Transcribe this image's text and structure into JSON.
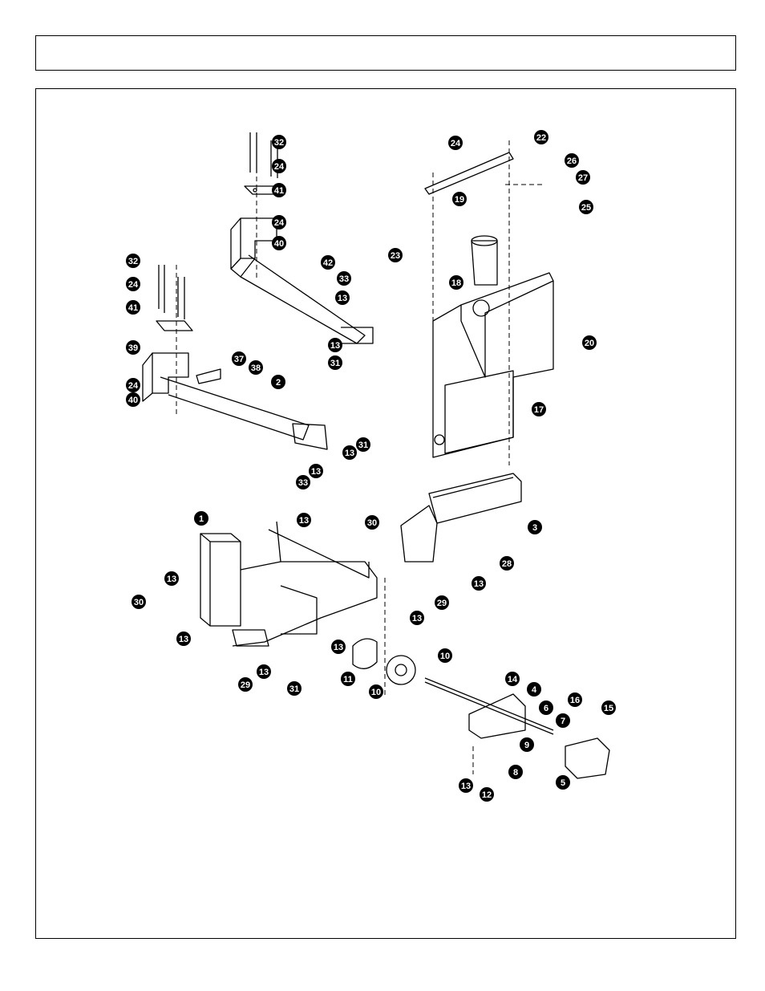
{
  "header": {
    "title": ""
  },
  "callouts": [
    {
      "id": "c1",
      "label": "1"
    },
    {
      "id": "c2",
      "label": "2"
    },
    {
      "id": "c3",
      "label": "3"
    },
    {
      "id": "c4",
      "label": "4"
    },
    {
      "id": "c5",
      "label": "5"
    },
    {
      "id": "c6",
      "label": "6"
    },
    {
      "id": "c7",
      "label": "7"
    },
    {
      "id": "c8",
      "label": "8"
    },
    {
      "id": "c9",
      "label": "9"
    },
    {
      "id": "c10a",
      "label": "10"
    },
    {
      "id": "c10b",
      "label": "10"
    },
    {
      "id": "c11",
      "label": "11"
    },
    {
      "id": "c12",
      "label": "12"
    },
    {
      "id": "c13a",
      "label": "13"
    },
    {
      "id": "c13b",
      "label": "13"
    },
    {
      "id": "c13c",
      "label": "13"
    },
    {
      "id": "c13d",
      "label": "13"
    },
    {
      "id": "c13e",
      "label": "13"
    },
    {
      "id": "c13f",
      "label": "13"
    },
    {
      "id": "c13g",
      "label": "13"
    },
    {
      "id": "c13h",
      "label": "13"
    },
    {
      "id": "c13i",
      "label": "13"
    },
    {
      "id": "c13j",
      "label": "13"
    },
    {
      "id": "c13k",
      "label": "13"
    },
    {
      "id": "c13l",
      "label": "13"
    },
    {
      "id": "c14",
      "label": "14"
    },
    {
      "id": "c15",
      "label": "15"
    },
    {
      "id": "c16",
      "label": "16"
    },
    {
      "id": "c17",
      "label": "17"
    },
    {
      "id": "c18",
      "label": "18"
    },
    {
      "id": "c19",
      "label": "19"
    },
    {
      "id": "c20",
      "label": "20"
    },
    {
      "id": "c22",
      "label": "22"
    },
    {
      "id": "c23",
      "label": "23"
    },
    {
      "id": "c24a",
      "label": "24"
    },
    {
      "id": "c24b",
      "label": "24"
    },
    {
      "id": "c24c",
      "label": "24"
    },
    {
      "id": "c24d",
      "label": "24"
    },
    {
      "id": "c24e",
      "label": "24"
    },
    {
      "id": "c25",
      "label": "25"
    },
    {
      "id": "c26",
      "label": "26"
    },
    {
      "id": "c27",
      "label": "27"
    },
    {
      "id": "c28",
      "label": "28"
    },
    {
      "id": "c29a",
      "label": "29"
    },
    {
      "id": "c29b",
      "label": "29"
    },
    {
      "id": "c30a",
      "label": "30"
    },
    {
      "id": "c30b",
      "label": "30"
    },
    {
      "id": "c31a",
      "label": "31"
    },
    {
      "id": "c31b",
      "label": "31"
    },
    {
      "id": "c31c",
      "label": "31"
    },
    {
      "id": "c32a",
      "label": "32"
    },
    {
      "id": "c32b",
      "label": "32"
    },
    {
      "id": "c33a",
      "label": "33"
    },
    {
      "id": "c33b",
      "label": "33"
    },
    {
      "id": "c37",
      "label": "37"
    },
    {
      "id": "c38",
      "label": "38"
    },
    {
      "id": "c39",
      "label": "39"
    },
    {
      "id": "c40a",
      "label": "40"
    },
    {
      "id": "c40b",
      "label": "40"
    },
    {
      "id": "c41a",
      "label": "41"
    },
    {
      "id": "c41b",
      "label": "41"
    },
    {
      "id": "c42",
      "label": "42"
    }
  ]
}
